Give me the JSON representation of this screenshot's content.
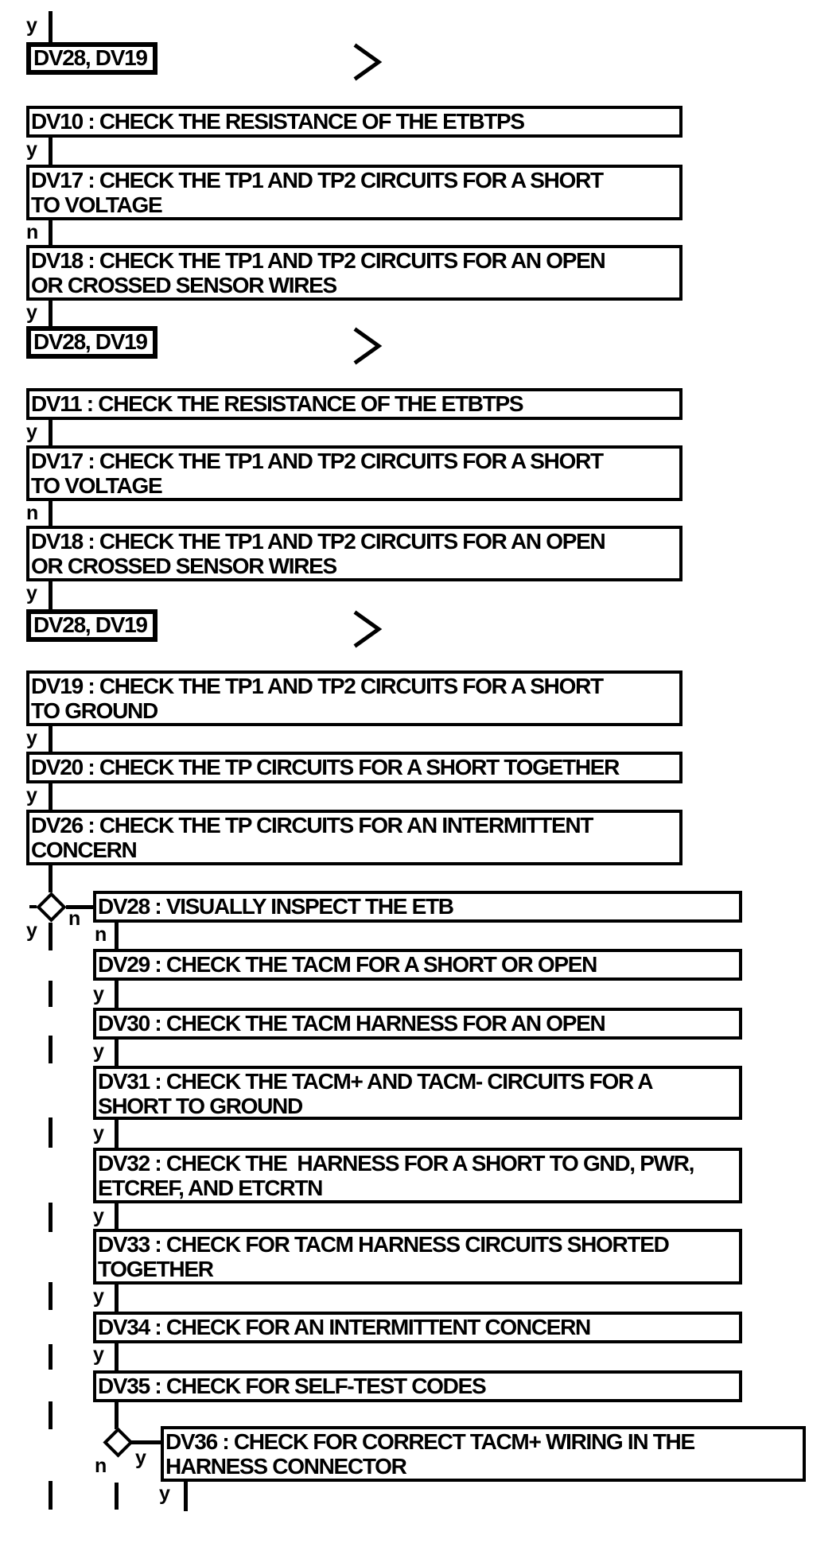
{
  "colors": {
    "ink": "#000000",
    "paper": "#ffffff"
  },
  "entry_label": "y",
  "boxes": {
    "ref_top": {
      "label": "DV28, DV19"
    },
    "dv10": {
      "l1": "DV10 : CHECK THE RESISTANCE OF THE ETBTPS",
      "exit": "y"
    },
    "dv17a": {
      "l1": "DV17 : CHECK THE TP1 AND TP2 CIRCUITS FOR A SHORT",
      "l2": "TO VOLTAGE",
      "exit": "n"
    },
    "dv18a": {
      "l1": "DV18 : CHECK THE TP1 AND TP2 CIRCUITS FOR AN OPEN",
      "l2": "OR CROSSED SENSOR WIRES",
      "exit": "y"
    },
    "ref_mid": {
      "label": "DV28, DV19"
    },
    "dv11": {
      "l1": "DV11 : CHECK THE RESISTANCE OF THE ETBTPS",
      "exit": "y"
    },
    "dv17b": {
      "l1": "DV17 : CHECK THE TP1 AND TP2 CIRCUITS FOR A SHORT",
      "l2": "TO VOLTAGE",
      "exit": "n"
    },
    "dv18b": {
      "l1": "DV18 : CHECK THE TP1 AND TP2 CIRCUITS FOR AN OPEN",
      "l2": "OR CROSSED SENSOR WIRES",
      "exit": "y"
    },
    "ref_bot": {
      "label": "DV28, DV19"
    },
    "dv19": {
      "l1": "DV19 : CHECK THE TP1 AND TP2 CIRCUITS FOR A SHORT",
      "l2": "TO GROUND",
      "exit": "y"
    },
    "dv20": {
      "l1": "DV20 : CHECK THE TP CIRCUITS FOR A SHORT TOGETHER",
      "exit": "y"
    },
    "dv26": {
      "l1": "DV26 : CHECK THE TP CIRCUITS FOR AN INTERMITTENT",
      "l2": "CONCERN"
    },
    "dv28": {
      "l1": "DV28 : VISUALLY INSPECT THE ETB",
      "exit": "n"
    },
    "dv29": {
      "l1": "DV29 : CHECK THE TACM FOR A SHORT OR OPEN",
      "exit": "y"
    },
    "dv30": {
      "l1": "DV30 : CHECK THE TACM HARNESS FOR AN OPEN",
      "exit": "y"
    },
    "dv31": {
      "l1": "DV31 : CHECK THE TACM+ AND TACM- CIRCUITS FOR A",
      "l2": "SHORT TO GROUND",
      "exit": "y"
    },
    "dv32": {
      "l1": "DV32 : CHECK THE  HARNESS FOR A SHORT TO GND, PWR,",
      "l2": "ETCREF, AND ETCRTN",
      "exit": "y"
    },
    "dv33": {
      "l1": "DV33 : CHECK FOR TACM HARNESS CIRCUITS SHORTED",
      "l2": "TOGETHER",
      "exit": "y"
    },
    "dv34": {
      "l1": "DV34 : CHECK FOR AN INTERMITTENT CONCERN",
      "exit": "y"
    },
    "dv35": {
      "l1": "DV35 : CHECK FOR SELF-TEST CODES"
    },
    "dv36": {
      "l1": "DV36 : CHECK FOR CORRECT TACM+ WIRING IN THE",
      "l2": "HARNESS CONNECTOR",
      "exit": "y"
    }
  },
  "decisions": {
    "d1": {
      "yes": "y",
      "no": "n"
    },
    "d2": {
      "yes": "y",
      "no": "n"
    }
  }
}
